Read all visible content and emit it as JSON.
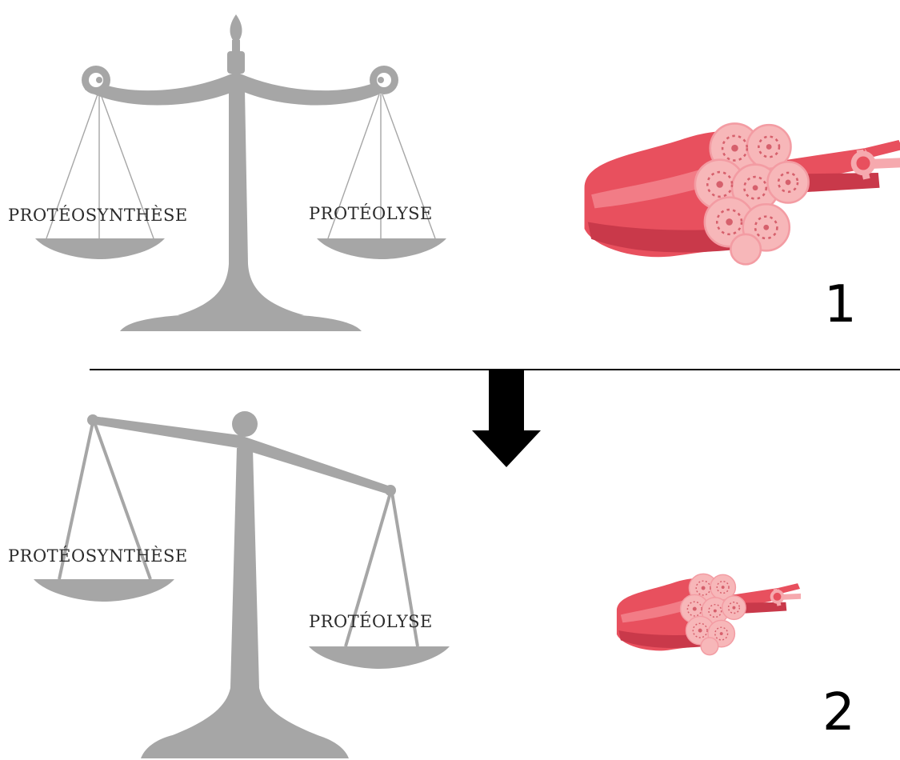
{
  "colors": {
    "scale": "#a6a6a6",
    "muscle_main": "#e8505e",
    "muscle_dark": "#c9394a",
    "muscle_light": "#f6a9ae",
    "muscle_face": "#f7b7b9",
    "arrow": "#000000",
    "divider": "#000000"
  },
  "icons": [
    "balance-scale-icon",
    "muscle-fiber-icon",
    "down-arrow-icon"
  ],
  "panel1": {
    "left_pan_label": "PROTÉOSYNTHÈSE",
    "right_pan_label": "PROTÉOLYSE",
    "number": "1",
    "balance_state": "balanced",
    "muscle_size": "large"
  },
  "panel2": {
    "left_pan_label": "PROTÉOSYNTHÈSE",
    "right_pan_label": "PROTÉOLYSE",
    "number": "2",
    "balance_state": "tilted toward proteolysis",
    "muscle_size": "small"
  }
}
